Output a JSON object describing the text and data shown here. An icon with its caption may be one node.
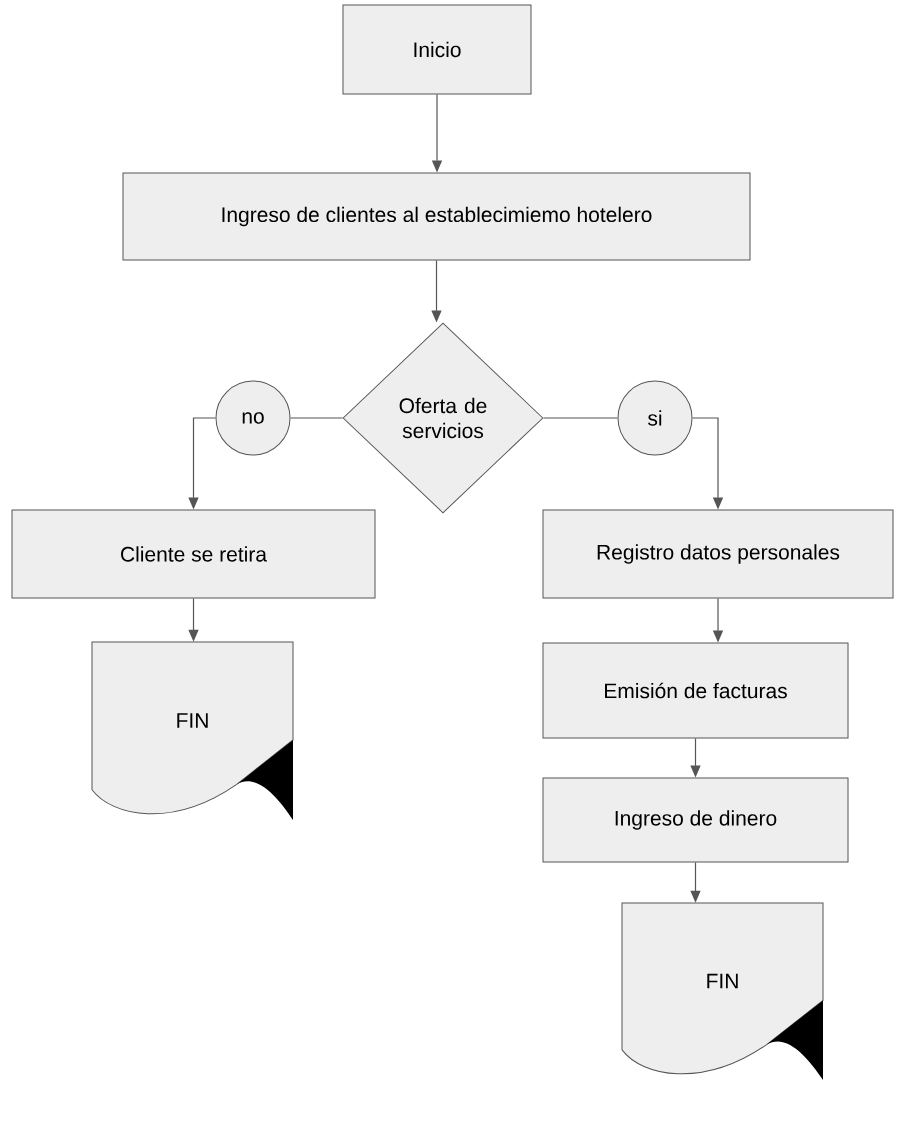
{
  "diagram": {
    "nodes": [
      {
        "text": [
          "Inicio"
        ]
      },
      {
        "text": [
          "Ingreso de clientes al establecimiemo hotelero"
        ]
      },
      {
        "text": [
          "Oferta de servicios"
        ]
      },
      {
        "text": [
          "no"
        ]
      },
      {
        "text": [
          "si"
        ]
      },
      {
        "text": [
          "Cliente se retira"
        ]
      },
      {
        "text": [
          "FIN"
        ]
      },
      {
        "text": [
          "Registro datos personales"
        ]
      },
      {
        "text": [
          "Emisión de facturas"
        ]
      },
      {
        "text": [
          "Ingreso de dinero"
        ]
      },
      {
        "text": [
          "FIN"
        ]
      }
    ],
    "edges": [
      {
        "from": 0,
        "to": 1,
        "arrow": "to"
      },
      {
        "from": 1,
        "to": 2,
        "arrow": "to"
      },
      {
        "from": 2,
        "to": 3,
        "arrow": "none"
      },
      {
        "from": 3,
        "to": 5,
        "arrow": "to"
      },
      {
        "from": 2,
        "to": 4,
        "arrow": "none"
      },
      {
        "from": 4,
        "to": 7,
        "arrow": "to"
      },
      {
        "from": 5,
        "to": 6,
        "arrow": "to"
      },
      {
        "from": 7,
        "to": 8,
        "arrow": "to"
      },
      {
        "from": 8,
        "to": 9,
        "arrow": "to"
      },
      {
        "from": 9,
        "to": 10,
        "arrow": "to"
      }
    ]
  }
}
